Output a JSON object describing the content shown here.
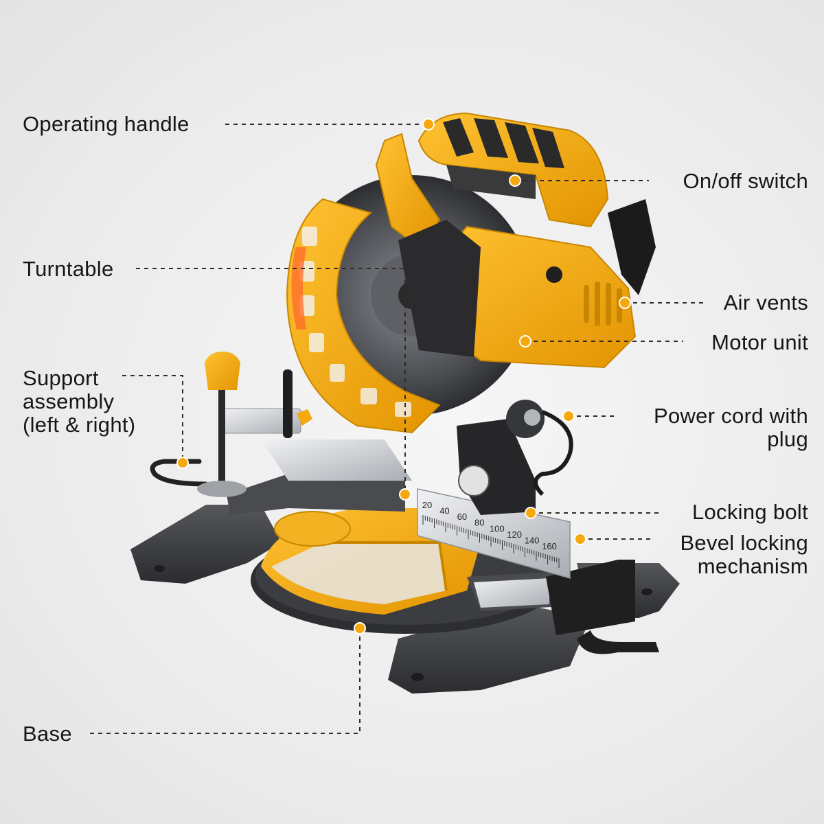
{
  "labels": {
    "operating_handle": "Operating handle",
    "turntable": "Turntable",
    "support_assembly": [
      "Support",
      "assembly",
      "(left & right)"
    ],
    "base": "Base",
    "on_off_switch": "On/off switch",
    "air_vents": "Air vents",
    "motor_unit": "Motor unit",
    "power_cord": [
      "Power cord with",
      "plug"
    ],
    "locking_bolt": "Locking bolt",
    "bevel_locking": [
      "Bevel locking",
      "mechanism"
    ]
  },
  "scale": {
    "ticks": [
      "20",
      "40",
      "60",
      "80",
      "100",
      "120",
      "140",
      "160"
    ]
  },
  "colors": {
    "body": "#f5a90e",
    "body_dark": "#d98e00",
    "rubber": "#2a2a2a",
    "base_gray": "#3d3d40",
    "metal": "#c9ccd0",
    "callout_dot": "#f5a90e",
    "leader_line": "#2b2b2b"
  }
}
